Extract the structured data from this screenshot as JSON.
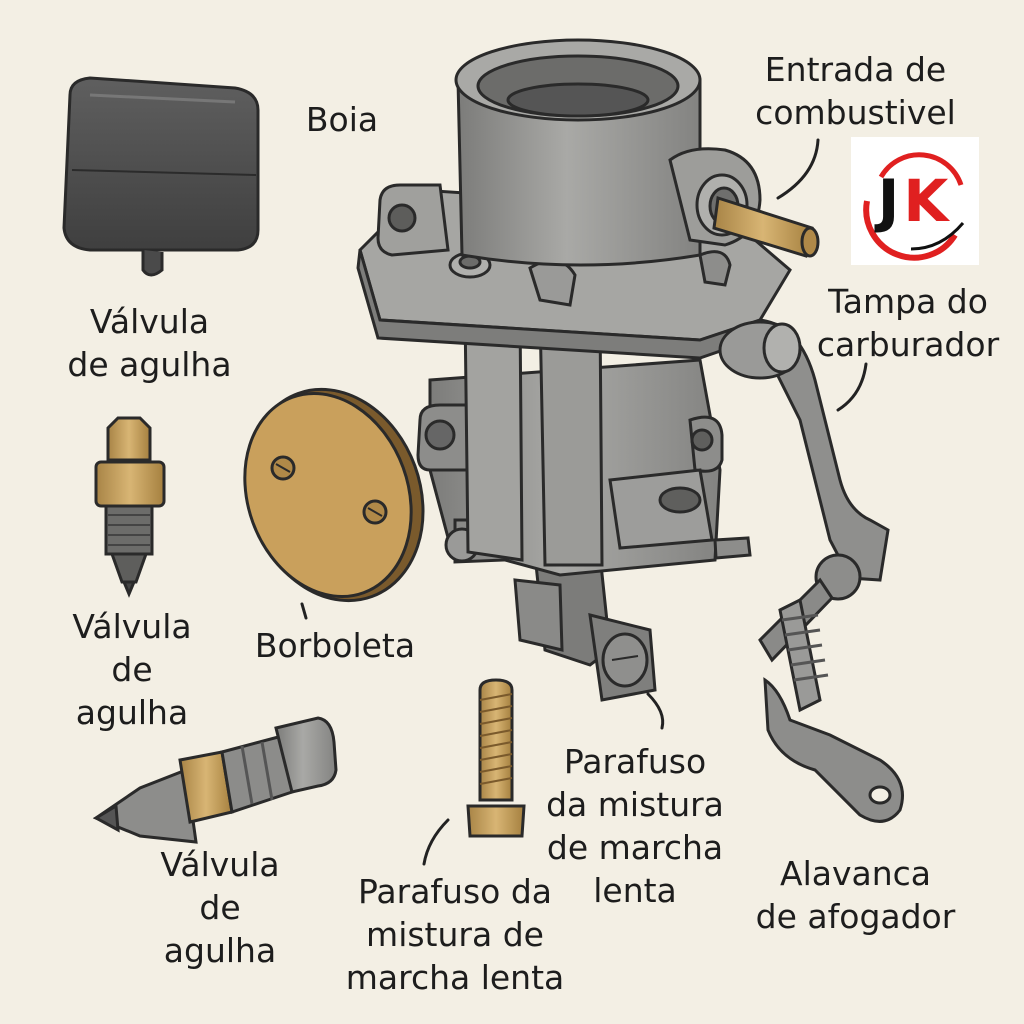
{
  "labels": {
    "boia": [
      "Boia"
    ],
    "entrada": [
      "Entrada de",
      "combustivel"
    ],
    "valvula_top": [
      "Válvula",
      "de agulha"
    ],
    "tampa": [
      "Tampa do",
      "carburador"
    ],
    "valvula_mid": [
      "Válvula",
      "de",
      "agulha"
    ],
    "borboleta": [
      "Borboleta"
    ],
    "parafuso_right": [
      "Parafuso",
      "da mistura",
      "de marcha",
      "lenta"
    ],
    "parafuso_bottom": [
      "Parafuso da",
      "mistura de",
      "marcha lenta"
    ],
    "valvula_bottom": [
      "Válvula",
      "de",
      "agulha"
    ],
    "alavanca": [
      "Alavanca",
      "de afogador"
    ]
  },
  "logo": {
    "letters": [
      "J",
      "K"
    ],
    "ring_color": "#e02020",
    "letter_colors": [
      "#111111",
      "#e02020"
    ]
  },
  "colors": {
    "background": "#f3efe4",
    "metal": "#9a9a98",
    "metal_dark": "#6f6f6d",
    "brass": "#c9a25e",
    "float": "#555555",
    "outline": "#2a2a2a"
  }
}
